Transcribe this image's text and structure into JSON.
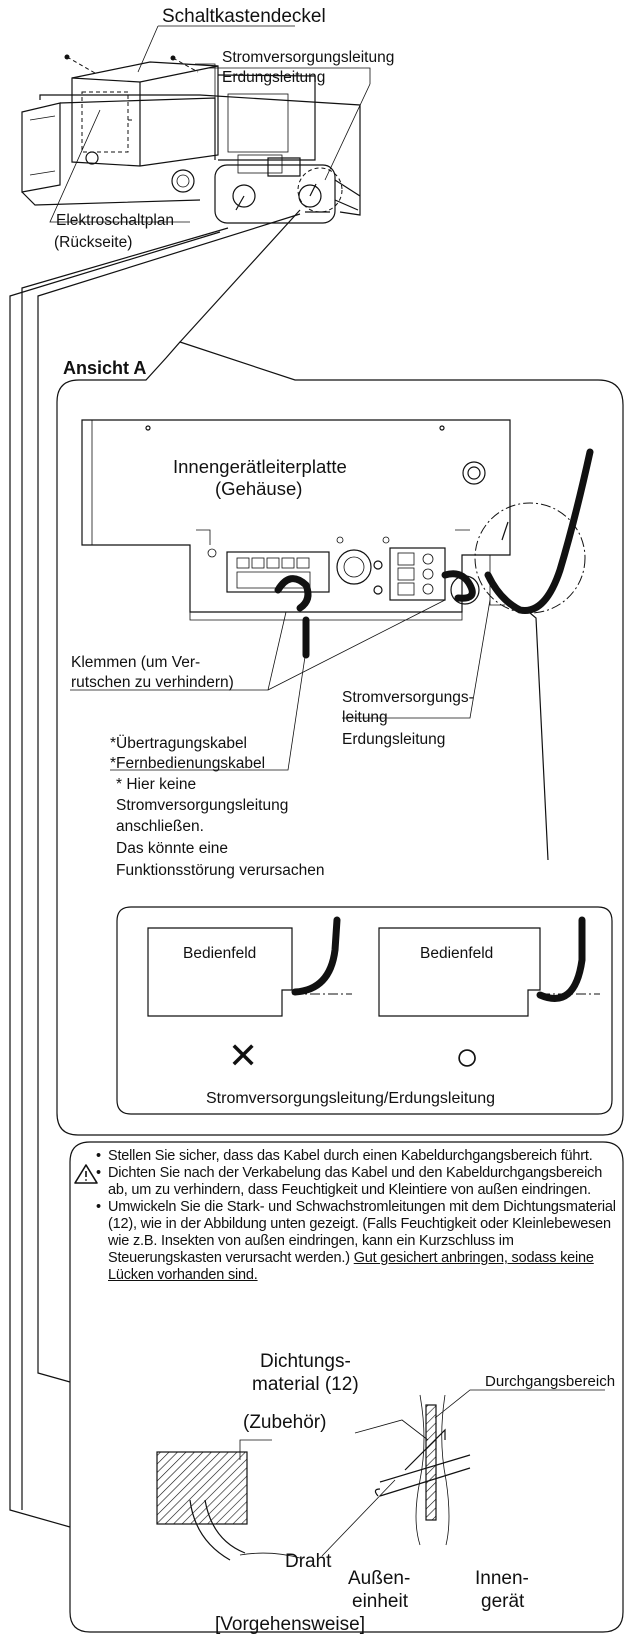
{
  "top": {
    "cover_label": "Schaltkastendeckel",
    "power_line_label": "Stromversorgungsleitung",
    "earth_line_label": "Erdungsleitung",
    "wiring_diagram_label": "Elektroschaltplan",
    "back_label": "(Rückseite)"
  },
  "view": {
    "title": "Ansicht A",
    "pcb_label_1": "Innengerätleiterplatte",
    "pcb_label_2": "(Gehäuse)",
    "clamp_label_1": "Klemmen (um Ver-",
    "clamp_label_2": "rutschen zu verhindern)",
    "power_label_1": "Stromversorgungs-",
    "power_label_2": "leitung",
    "earth_label": "Erdungsleitung",
    "transmission_cable": "*Übertragungskabel",
    "remote_cable": "*Fernbedienungskabel",
    "warning_lines": [
      "* Hier keine",
      "Stromversorgungsleitung",
      "anschließen.",
      "Das könnte eine",
      "Funktionsstörung verursachen"
    ],
    "panel_left_label": "Bedienfeld",
    "panel_right_label": "Bedienfeld",
    "wrong_mark": "✕",
    "right_mark": "○",
    "bottom_caption": "Stromversorgungsleitung/Erdungsleitung"
  },
  "caution": {
    "icon": "warning-triangle-icon",
    "bullet_1": "Stellen Sie sicher, dass das Kabel durch einen Kabeldurchgangsbereich führt.",
    "bullet_2": "Dichten Sie nach der Verkabelung das Kabel und den Kabeldurchgangsbereich ab, um zu verhindern, dass Feuchtigkeit und Kleintiere von außen eindringen.",
    "bullet_3": "Umwickeln Sie die Stark- und Schwachstromleitungen mit dem Dichtungsmaterial (12), wie in der Abbildung unten gezeigt.",
    "paren": "(Falls Feuchtigkeit oder Kleinlebewesen wie z.B. Insekten von außen eindringen, kann ein Kurzschluss im Steuerungskasten verursacht werden.)",
    "underlined": "Gut gesichert anbringen, sodass keine Lücken vorhanden sind."
  },
  "sealing": {
    "material_1": "Dichtungs-",
    "material_2": "material (12)",
    "accessory": "(Zubehör)",
    "passage": "Durchgangsbereich",
    "wire": "Draht",
    "outdoor_1": "Außen-",
    "outdoor_2": "einheit",
    "indoor_1": "Innen-",
    "indoor_2": "gerät",
    "procedure": "[Vorgehensweise]"
  }
}
